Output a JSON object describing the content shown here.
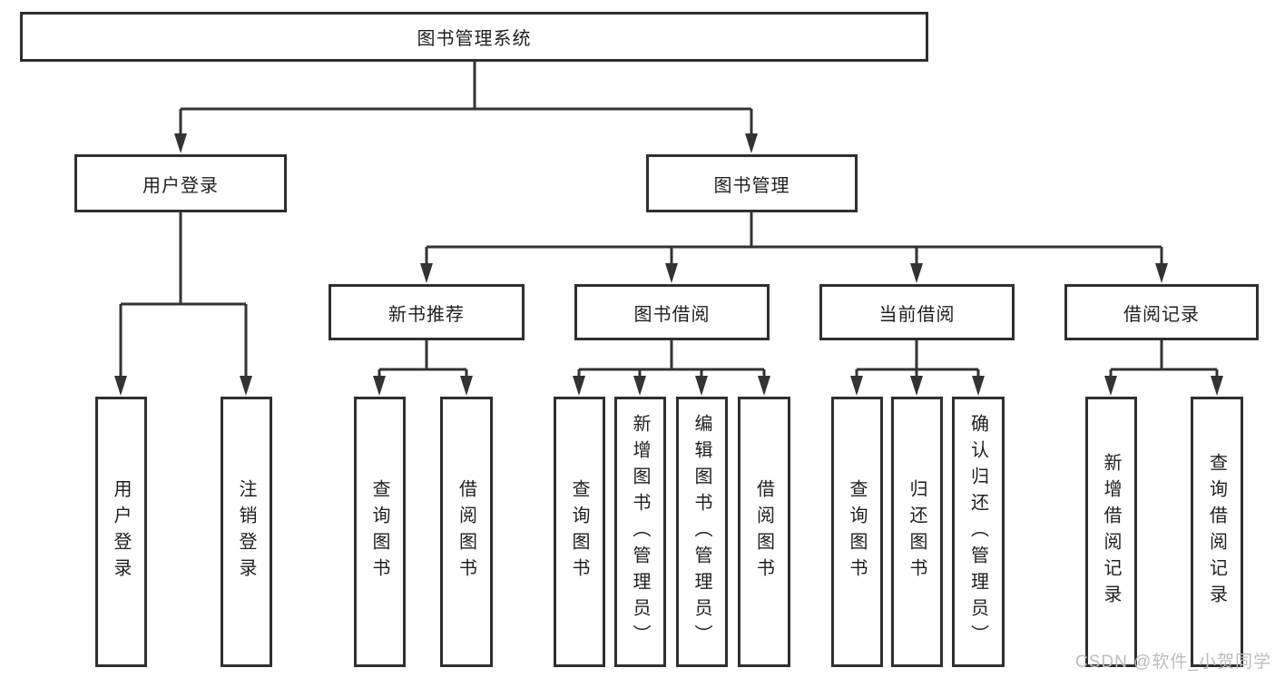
{
  "diagram_title": "图书管理系统",
  "tree": {
    "label": "图书管理系统",
    "children": [
      {
        "label": "用户登录",
        "children": [
          {
            "label": "用户登录"
          },
          {
            "label": "注销登录"
          }
        ]
      },
      {
        "label": "图书管理",
        "children": [
          {
            "label": "新书推荐",
            "children": [
              {
                "label": "查询图书"
              },
              {
                "label": "借阅图书"
              }
            ]
          },
          {
            "label": "图书借阅",
            "children": [
              {
                "label": "查询图书"
              },
              {
                "label": "新增图书（管理员）"
              },
              {
                "label": "编辑图书（管理员）"
              },
              {
                "label": "借阅图书"
              }
            ]
          },
          {
            "label": "当前借阅",
            "children": [
              {
                "label": "查询图书"
              },
              {
                "label": "归还图书"
              },
              {
                "label": "确认归还（管理员）"
              }
            ]
          },
          {
            "label": "借阅记录",
            "children": [
              {
                "label": "新增借阅记录"
              },
              {
                "label": "查询借阅记录"
              }
            ]
          }
        ]
      }
    ]
  },
  "watermark": {
    "text": "CSDN @软件_小贺同学"
  },
  "colors": {
    "line": "#333333",
    "box_border": "#2f2f2f",
    "box_fill": "#ffffff",
    "text": "#1f1f1f",
    "watermark": "#b9bcc1",
    "background": "#ffffff"
  }
}
